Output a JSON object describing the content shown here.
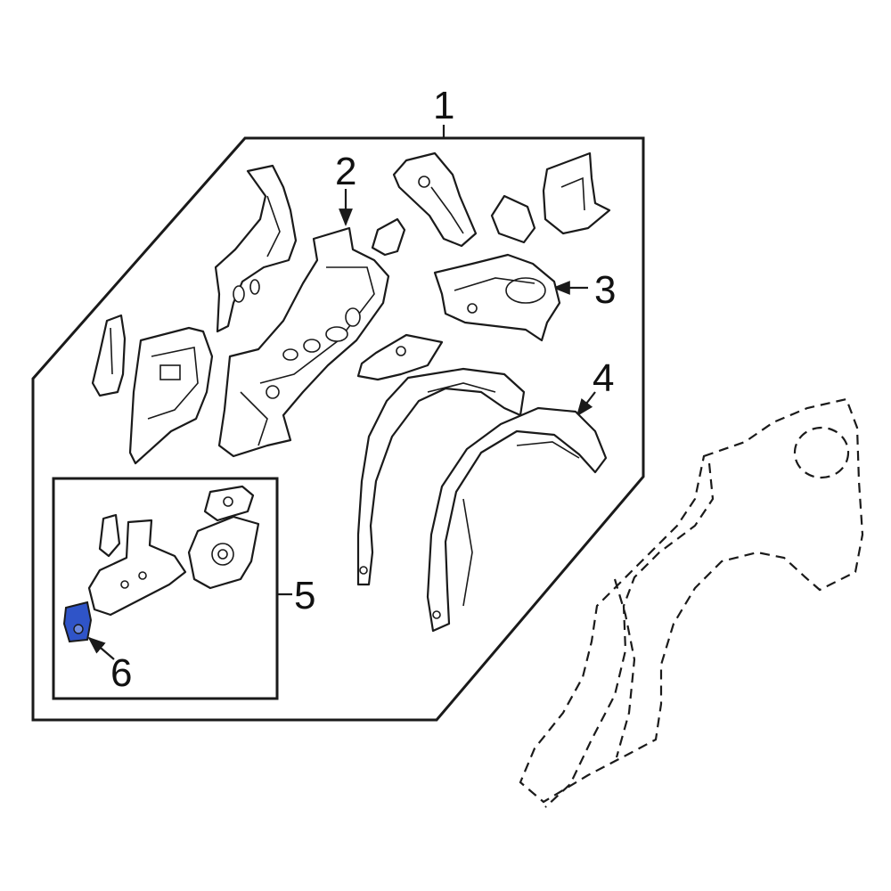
{
  "callouts": {
    "c1": "1",
    "c2": "2",
    "c3": "3",
    "c4": "4",
    "c5": "5",
    "c6": "6"
  },
  "colors": {
    "highlight": "#2f54c8",
    "line": "#1a1a1a",
    "background": "#ffffff"
  }
}
